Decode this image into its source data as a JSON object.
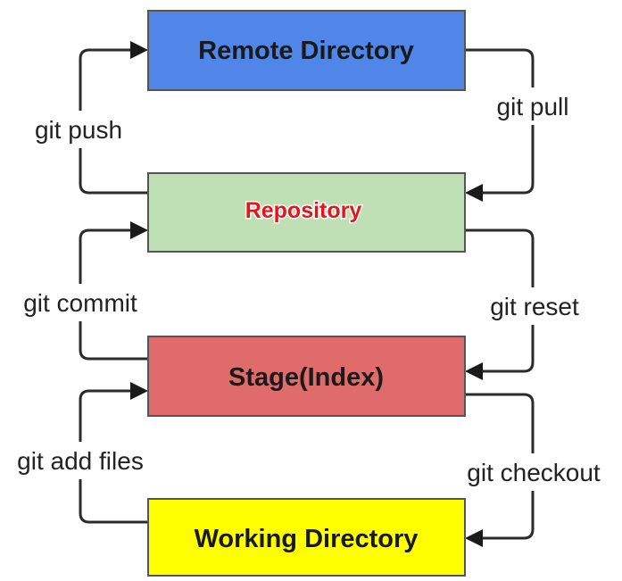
{
  "nodes": [
    {
      "id": "remote",
      "label": "Remote Directory",
      "fill": "#4f86e8",
      "label_color": "#1a1a1a"
    },
    {
      "id": "repository",
      "label": "Repository",
      "fill": "#bfe0b4",
      "label_color": "#e8141b"
    },
    {
      "id": "stage",
      "label": "Stage(Index)",
      "fill": "#e06b6b",
      "label_color": "#1a1a1a"
    },
    {
      "id": "working",
      "label": "Working Directory",
      "fill": "#ffff00",
      "label_color": "#1a1a1a"
    }
  ],
  "edges": [
    {
      "id": "git-push",
      "label": "git push",
      "from": "repository",
      "to": "remote",
      "side": "left"
    },
    {
      "id": "git-pull",
      "label": "git pull",
      "from": "remote",
      "to": "repository",
      "side": "right"
    },
    {
      "id": "git-commit",
      "label": "git commit",
      "from": "stage",
      "to": "repository",
      "side": "left"
    },
    {
      "id": "git-reset",
      "label": "git reset",
      "from": "repository",
      "to": "stage",
      "side": "right"
    },
    {
      "id": "git-add-files",
      "label": "git add files",
      "from": "working",
      "to": "stage",
      "side": "left"
    },
    {
      "id": "git-checkout",
      "label": "git checkout",
      "from": "stage",
      "to": "working",
      "side": "right"
    }
  ],
  "colors": {
    "line": "#2b2b2b",
    "box_border": "#555555"
  }
}
